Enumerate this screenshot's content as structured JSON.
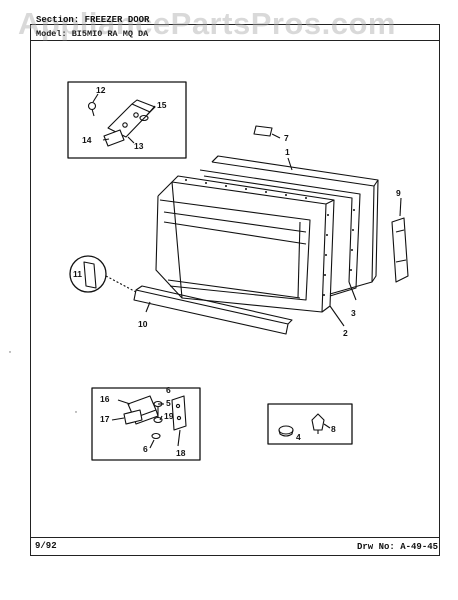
{
  "watermark": "AppliancePartsPros.com",
  "header": {
    "section_line": "Section: FREEZER DOOR",
    "model_line": "Model: BI5MI0 RA MQ DA"
  },
  "footer": {
    "date": "9/92",
    "drawing_label": "Drw No:",
    "drawing_number": "A-49-45"
  },
  "callouts": {
    "c1": "1",
    "c2": "2",
    "c3": "3",
    "c4": "4",
    "c5": "5",
    "c6a": "6",
    "c6b": "6",
    "c7": "7",
    "c8": "8",
    "c9": "9",
    "c10": "10",
    "c11": "11",
    "c12": "12",
    "c13": "13",
    "c14": "14",
    "c15": "15",
    "c16": "16",
    "c17": "17",
    "c18": "18",
    "c19": "19"
  }
}
